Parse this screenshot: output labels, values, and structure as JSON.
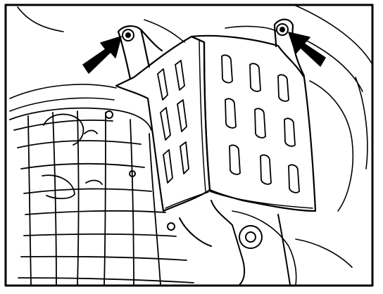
{
  "figure": {
    "ink_color": "#000000",
    "paper_color": "#ffffff",
    "callouts": [
      {
        "name": "left-fastener-arrow",
        "points_to": "left-bracket-bolt"
      },
      {
        "name": "right-fastener-arrow",
        "points_to": "right-bracket-bolt"
      }
    ]
  }
}
